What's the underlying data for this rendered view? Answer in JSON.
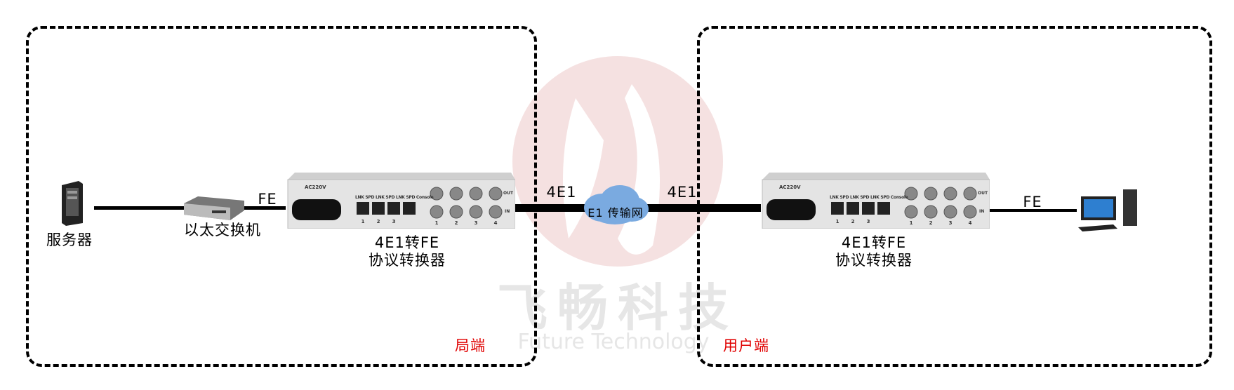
{
  "watermark": {
    "cn": "飞畅科技",
    "en": "Future Technology",
    "logo_color": "#f3dede"
  },
  "left_site": {
    "label": "局端",
    "server_label": "服务器",
    "switch_label": "以太交换机",
    "fe_label": "FE",
    "device_line1": "4E1转FE",
    "device_line2": "协议转换器",
    "link_label": "4E1"
  },
  "network": {
    "cloud_label": "E1 传输网"
  },
  "right_site": {
    "label": "用户端",
    "device_line1": "4E1转FE",
    "device_line2": "协议转换器",
    "link_label": "4E1",
    "fe_label": "FE"
  },
  "device_panel": {
    "power": "AC220V",
    "port_labels": "LNK SPD LNK SPD LNK SPD Console",
    "eth_nums": [
      "1",
      "2",
      "3"
    ],
    "e1_nums": [
      "1",
      "2",
      "3",
      "4"
    ],
    "out": "OUT",
    "in": "IN"
  },
  "colors": {
    "site_label": "#e00000",
    "cloud": "#6fa0d8"
  }
}
